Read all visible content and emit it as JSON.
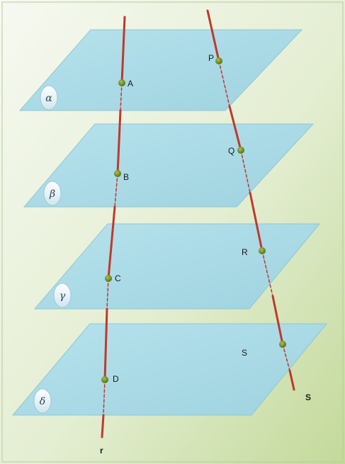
{
  "planes": [
    {
      "name": "plane-alpha",
      "label": "α"
    },
    {
      "name": "plane-beta",
      "label": "β"
    },
    {
      "name": "plane-gamma",
      "label": "γ"
    },
    {
      "name": "plane-delta",
      "label": "δ"
    }
  ],
  "lines": [
    {
      "name": "line-r",
      "label": "r"
    },
    {
      "name": "line-s",
      "label": "S"
    }
  ],
  "points": {
    "A": "A",
    "B": "B",
    "C": "C",
    "D": "D",
    "P": "P",
    "Q": "Q",
    "R": "R",
    "S": "S"
  },
  "colors": {
    "background_top_left": "#f4f8ef",
    "background_bottom_right": "#c7dca0",
    "plane_fill": "#a9dbe6",
    "plane_edge": "#8ec7d6",
    "line": "#c0392b",
    "point": "#6b8e23"
  }
}
